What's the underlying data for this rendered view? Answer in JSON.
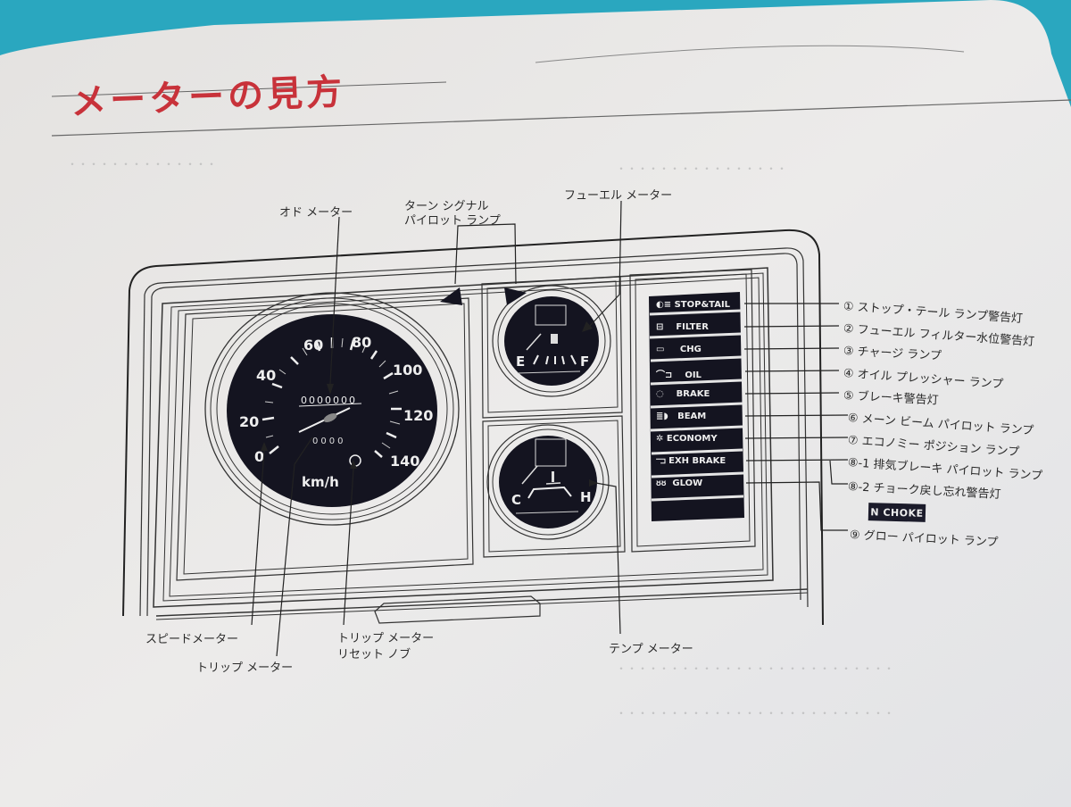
{
  "page": {
    "title": "メーターの見方",
    "title_color": "#c8323a",
    "background_color": "#2aa7bf"
  },
  "diagram": {
    "top_labels": {
      "odometer": "オド メーター",
      "turn_signal_line1": "ターン シグナル",
      "turn_signal_line2": "パイロット ランプ",
      "fuel_meter": "フューエル メーター"
    },
    "bottom_labels": {
      "speedometer": "スピードメーター",
      "trip_meter": "トリップ メーター",
      "trip_reset_line1": "トリップ メーター",
      "trip_reset_line2": "リセット ノブ",
      "temp_meter": "テンプ メーター"
    },
    "speedometer": {
      "unit": "km/h",
      "ticks": [
        "0",
        "20",
        "40",
        "60",
        "80",
        "100",
        "120",
        "140"
      ],
      "odometer_digits": "0000000",
      "trip_digits": "0000"
    },
    "fuel_gauge": {
      "empty": "E",
      "full": "F"
    },
    "temp_gauge": {
      "cold": "C",
      "hot": "H"
    },
    "warning_panel": [
      {
        "icon": "stop-tail-lamp-icon",
        "text": "STOP&TAIL"
      },
      {
        "icon": "fuel-filter-icon",
        "text": "FILTER"
      },
      {
        "icon": "battery-icon",
        "text": "CHG"
      },
      {
        "icon": "oil-can-icon",
        "text": "OIL"
      },
      {
        "icon": "brake-icon",
        "text": "BRAKE"
      },
      {
        "icon": "high-beam-icon",
        "text": "BEAM"
      },
      {
        "icon": "gears-icon",
        "text": "ECONOMY"
      },
      {
        "icon": "exhaust-brake-icon",
        "text": "EXH BRAKE"
      },
      {
        "icon": "glow-plug-icon",
        "text": "GLOW"
      }
    ],
    "lamp_descriptions": [
      "① ストップ・テール ランプ警告灯",
      "② フューエル フィルター水位警告灯",
      "③ チャージ ランプ",
      "④ オイル プレッシャー ランプ",
      "⑤ ブレーキ警告灯",
      "⑥ メーン ビーム パイロット ランプ",
      "⑦ エコノミー ポジション ランプ",
      "⑧-1 排気ブレーキ パイロット ランプ",
      "⑧-2 チョーク戻し忘れ警告灯",
      "⑨ グロー パイロット ランプ"
    ],
    "choke_badge": "N CHOKE"
  }
}
